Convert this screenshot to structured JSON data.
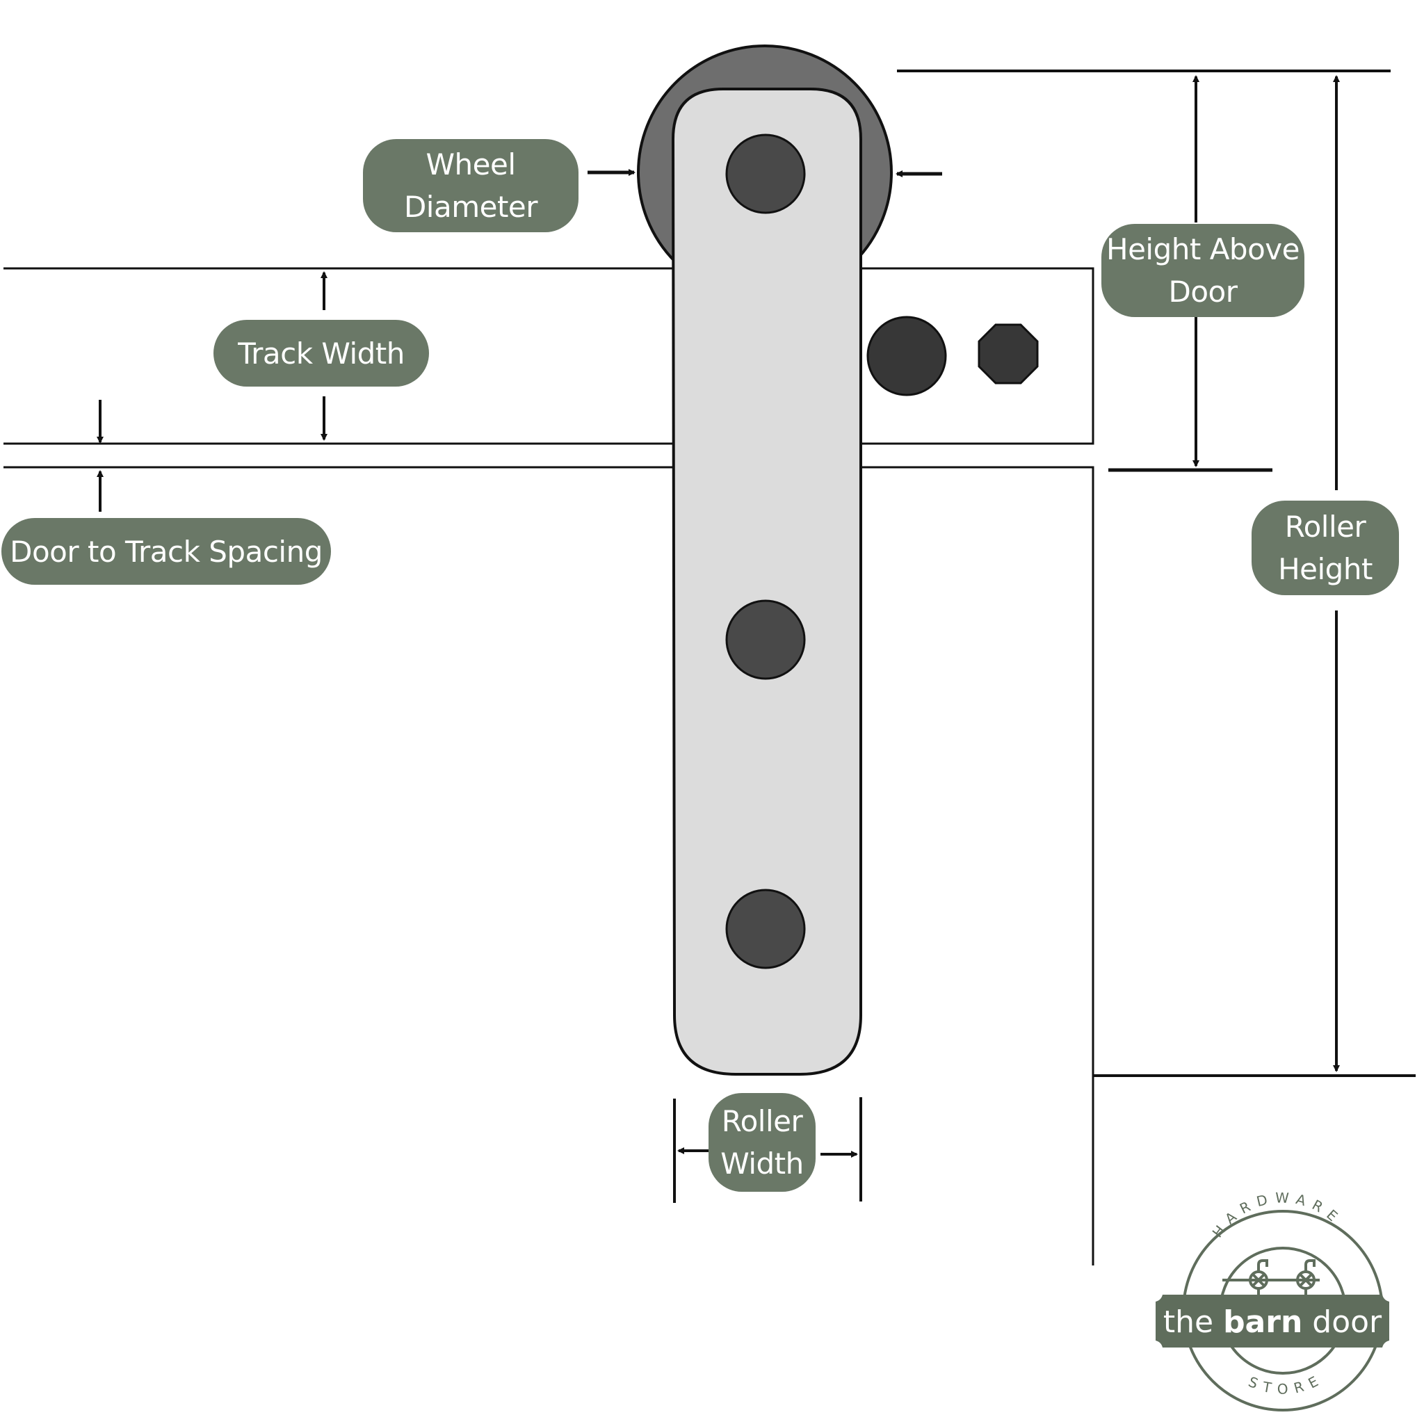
{
  "diagram": {
    "subject": "Barn door roller hardware dimensions",
    "colors": {
      "label_fill": "#6a7867",
      "label_text": "#ffffff",
      "strap_fill": "#dcdcdc",
      "wheel_fill": "#6e6e6e",
      "bolt_fill": "#494949",
      "outline": "#111111"
    },
    "labels": {
      "wheel_diameter": {
        "line1": "Wheel",
        "line2": "Diameter"
      },
      "track_width": {
        "line1": "Track Width"
      },
      "door_to_track_spacing": {
        "line1": "Door to Track Spacing"
      },
      "height_above_door": {
        "line1": "Height Above",
        "line2": "Door"
      },
      "roller_height": {
        "line1": "Roller",
        "line2": "Height"
      },
      "roller_width": {
        "line1": "Roller",
        "line2": "Width"
      }
    }
  },
  "logo": {
    "top_arc": "HARDWARE",
    "bottom_arc": "STORE",
    "word_the": "the",
    "word_barn": "barn",
    "word_door": "door",
    "color": "#5f6d5c"
  }
}
